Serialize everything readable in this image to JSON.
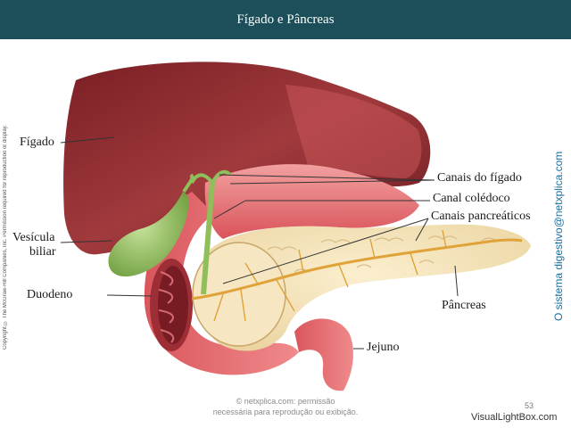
{
  "header": {
    "title": "Fígado e Pâncreas"
  },
  "labels": {
    "figado": "Fígado",
    "vesicula_line1": "Vesícula",
    "vesicula_line2": "biliar",
    "duodeno": "Duodeno",
    "canais_figado": "Canais do fígado",
    "canal_coledoco": "Canal colédoco",
    "canais_pancreaticos": "Canais pancreáticos",
    "pancreas": "Pâncreas",
    "jejuno": "Jejuno"
  },
  "side_text_left": "Copyright © The McGraw-Hill Companies, Inc. Permission required for reproduction or display.",
  "side_text_right": "O sistema digestivo@netxplica.com",
  "permission": {
    "line1": "© netxplica.com: permissão",
    "line2": "necessária para reprodução ou exibição."
  },
  "page_number": "53",
  "watermark": "VisualLightBox.com",
  "colors": {
    "header_bg": "#1c4f5a",
    "liver": "#8e2a2e",
    "stomach": "#e36a6c",
    "gallbladder": "#8fbf5a",
    "pancreas": "#f4dfb2",
    "duct": "#e0a33a"
  }
}
